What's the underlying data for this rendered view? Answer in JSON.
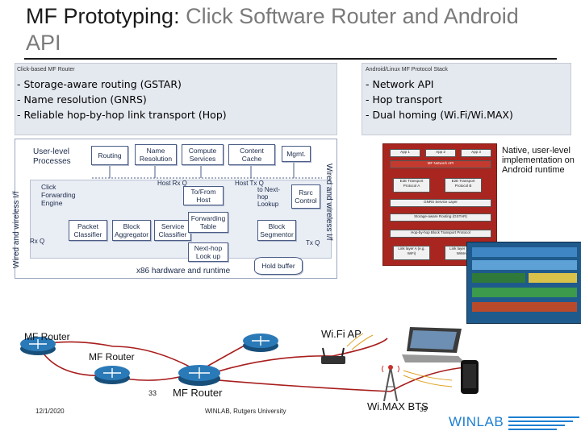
{
  "title": {
    "prefix": "MF Prototyping:",
    "suffix": " Click Software Router and Android API"
  },
  "left_panel": {
    "caption": "Click-based MF Router",
    "bullets": [
      "- Storage-aware routing (GSTAR)",
      "- Name resolution (GNRS)",
      "- Reliable hop-by-hop link transport (Hop)"
    ]
  },
  "right_panel": {
    "caption": "Android/Linux MF Protocol Stack",
    "bullets": [
      "- Network API",
      "- Hop transport",
      "- Dual homing (Wi.Fi/Wi.MAX)"
    ]
  },
  "click_diagram": {
    "user_level": "User-level Processes",
    "routing": "Routing",
    "name_resolution": "Name Resolution",
    "compute_services": "Compute Services",
    "content_cache": "Content Cache",
    "mgmt": "Mgmt.",
    "click_engine": "Click Forwarding Engine",
    "host_rx": "Host Rx Q",
    "host_tx": "Host Tx Q",
    "to_from_host": "To/From Host",
    "to_next_hop": "to Next-hop Lookup",
    "rsrc_control": "Rsrc Control",
    "rx_q": "Rx Q",
    "tx_q": "Tx Q",
    "packet_classifier": "Packet Classifier",
    "block_aggregator": "Block Aggregator",
    "service_classifier": "Service Classifier",
    "forwarding_table": "Forwarding Table",
    "block_segmentor": "Block Segmentor",
    "next_hop_lookup": "Next-hop Look up",
    "hold_buffer": "Hold buffer",
    "x86": "x86 hardware and runtime",
    "left_side": "Wired and wireless I/f",
    "right_side": "Wired and wireless I/f"
  },
  "stack_diagram": {
    "apps": [
      "App 1",
      "App 2",
      "App 3"
    ],
    "api": "MF Network API",
    "transport": [
      "E2E Transport Protocol A",
      "E2E Transport Protocol B"
    ],
    "gnrs": "GNRS Service Layer",
    "gstar": "Storage-aware Routing (GSTAR)",
    "hop": "Hop-by-hop Block Transport Protocol",
    "links": [
      "Link layer A (e.g. WiFi)",
      "Link layer B (e.g. WiMAX)"
    ]
  },
  "native_note": "Native, user-level implementation on Android runtime",
  "network": {
    "mf_router_1": "MF Router",
    "mf_router_2": "MF Router",
    "mf_router_3": "MF Router",
    "wifi_ap": "Wi.Fi AP",
    "wimax_bts": "Wi.MAX BTS",
    "page_a": "33"
  },
  "footer": {
    "date": "12/1/2020",
    "org": "WINLAB, Rutgers University",
    "page": "33",
    "logo": "WINLAB"
  },
  "colors": {
    "accent_blue": "#1d7fd1",
    "panel_bg": "#e4e8ef",
    "stack_red": "#a8261f",
    "router_blue": "#1e6fa8"
  }
}
